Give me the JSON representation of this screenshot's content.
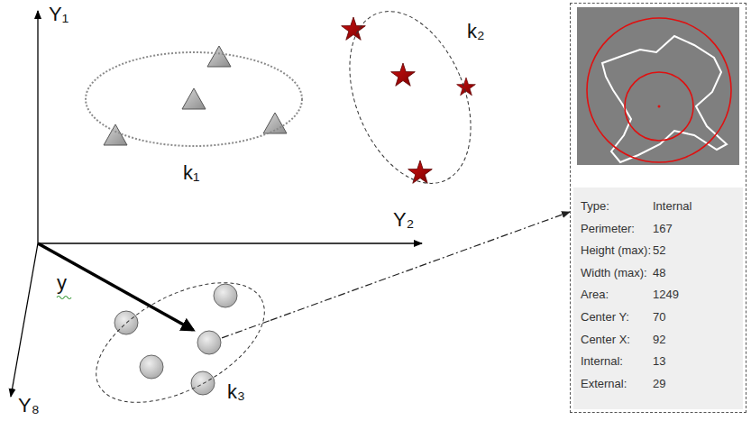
{
  "diagram": {
    "nodes": [
      {
        "text": [
          "k₁"
        ]
      },
      {
        "text": [
          "k₂"
        ]
      },
      {
        "text": [
          "Type:",
          "Internal",
          "Perimeter:",
          "167",
          "Height (max):",
          "52",
          "Width (max):",
          "48",
          "Area:",
          "1249",
          "Center Y:",
          "70",
          "Center X:",
          "92",
          "Internal:",
          "13",
          "External:",
          "29"
        ]
      },
      {
        "text": [
          "k₃"
        ]
      }
    ],
    "edges": [
      {
        "from": 3,
        "to": 2,
        "arrow": "to"
      }
    ],
    "labels": [
      "Y₁",
      "Y₂",
      "Y₈",
      "y"
    ]
  }
}
